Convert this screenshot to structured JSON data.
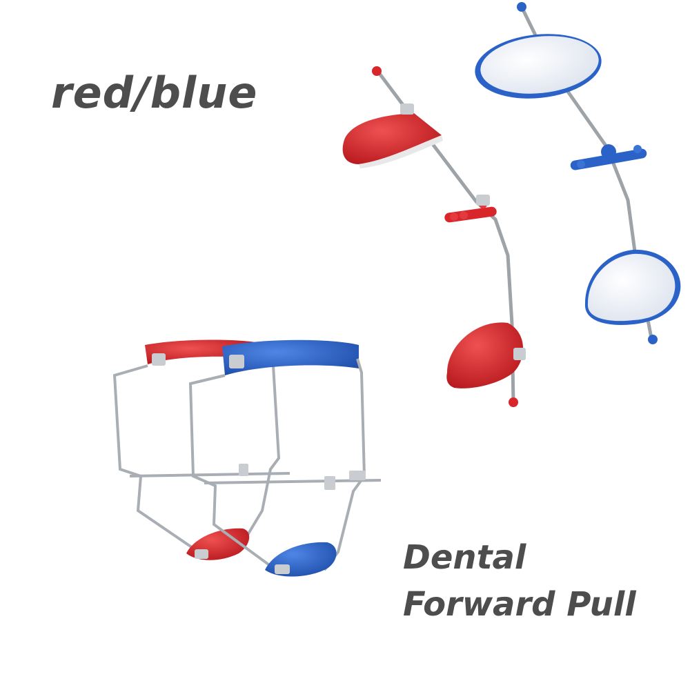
{
  "captions": {
    "variant": "red/blue",
    "product_line1": "Dental",
    "product_line2": "Forward Pull"
  },
  "colors": {
    "red": "#d9262a",
    "blue": "#2b62c8",
    "wire": "#a9aeb4",
    "pad_white": "#e9eef7",
    "text": "#4d4d4d"
  }
}
